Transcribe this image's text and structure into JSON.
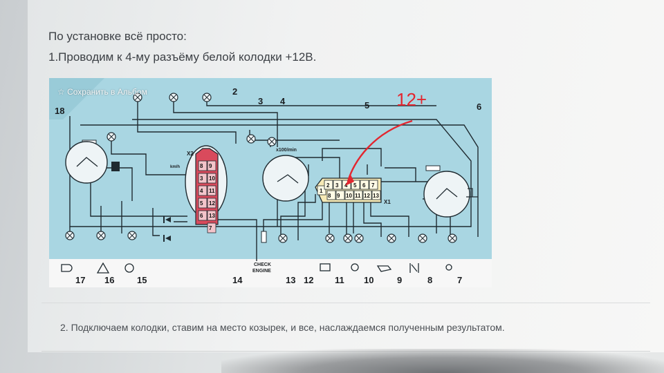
{
  "intro": {
    "line1": "По установке всё просто:",
    "line2": "1.Проводим к 4-му разъёму белой колодки +12В."
  },
  "figure": {
    "save_album": "☆ Сохранить в Альбом",
    "handwritten": "12+",
    "top_numbers": [
      "18",
      "3",
      "4",
      "5",
      "6",
      "2"
    ],
    "bottom_numbers": [
      "17",
      "16",
      "15",
      "14",
      "13",
      "12",
      "11",
      "10",
      "9",
      "8",
      "7"
    ],
    "connector_x2": "X2",
    "connector_x1": "X1",
    "speed_unit": "km/h",
    "rpm_unit": "x100/min",
    "check_engine": [
      "CHECK",
      "ENGINE"
    ],
    "x2_pins": [
      "8",
      "9",
      "3",
      "10",
      "4",
      "11",
      "5",
      "12",
      "6",
      "13",
      "7"
    ],
    "x1_pins_top": [
      "1",
      "2",
      "3",
      "4",
      "5",
      "6",
      "7"
    ],
    "x1_pins_bottom": [
      "8",
      "9",
      "10",
      "11",
      "12",
      "13"
    ]
  },
  "outro": {
    "text": "2. Подключаем колодки, ставим на место козырек, и все, наслаждаемся полученным результатом."
  },
  "colors": {
    "diagram_bg": "#a9d6e2",
    "wire": "#1f2a30",
    "red_marker": "#e3262f",
    "x2_connector": "#d94a5c"
  }
}
